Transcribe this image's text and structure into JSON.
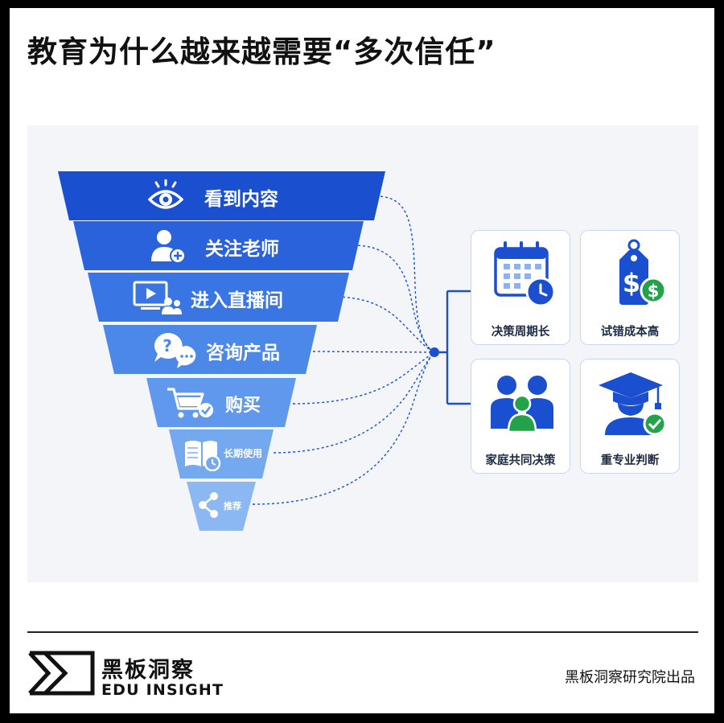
{
  "title": "教育为什么越来越需要“多次信任”",
  "funnel": {
    "stages": [
      {
        "label": "看到内容",
        "icon": "eye-icon"
      },
      {
        "label": "关注老师",
        "icon": "user-plus-icon"
      },
      {
        "label": "进入直播间",
        "icon": "live-stream-icon"
      },
      {
        "label": "咨询产品",
        "icon": "question-chat-icon"
      },
      {
        "label": "购买",
        "icon": "cart-check-icon"
      },
      {
        "label": "长期使用",
        "icon": "book-clock-icon"
      },
      {
        "label": "推荐",
        "icon": "share-icon"
      }
    ],
    "colors": [
      "#1a4fd0",
      "#2a62dc",
      "#3a76e3",
      "#4c88e8",
      "#5f98ec",
      "#74a9ef",
      "#8bb8f2"
    ]
  },
  "factors": [
    {
      "label": "决策周期长",
      "icon": "calendar-clock-icon"
    },
    {
      "label": "试错成本高",
      "icon": "price-tag-dollar-icon"
    },
    {
      "label": "家庭共同决策",
      "icon": "family-icon"
    },
    {
      "label": "重专业判断",
      "icon": "graduate-check-icon"
    }
  ],
  "brand": {
    "name_cn": "黑板洞察",
    "name_en": "EDU INSIGHT",
    "logo_icon": "edu-insight-logo-icon"
  },
  "credit": "黑板洞察研究院出品",
  "colors": {
    "accent": "#1a4fd0",
    "green": "#22a34a",
    "card_border": "#c9d8f2"
  }
}
